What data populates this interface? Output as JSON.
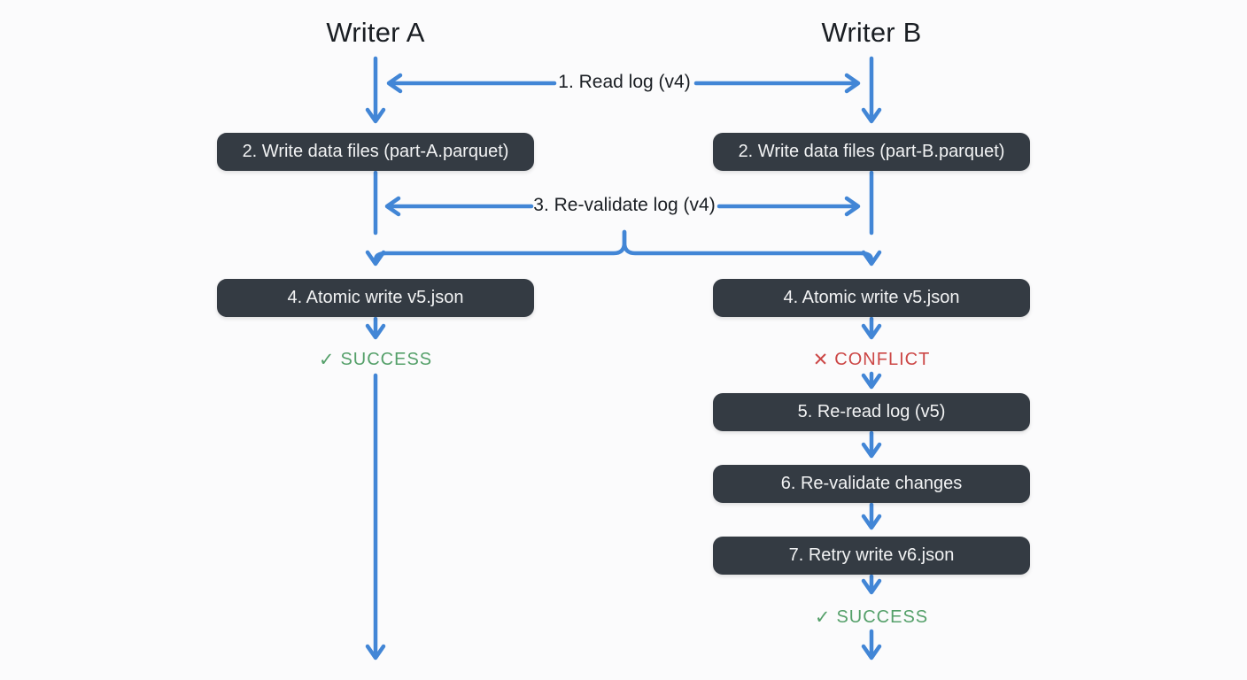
{
  "writers": {
    "a": "Writer A",
    "b": "Writer B"
  },
  "labels": {
    "step1": "1. Read log (v4)",
    "step3": "3. Re-validate log (v4)"
  },
  "nodes": {
    "write_a": "2. Write data files (part-A.parquet)",
    "write_b": "2. Write data files (part-B.parquet)",
    "atomic_a": "4. Atomic write v5.json",
    "atomic_b": "4. Atomic write v5.json",
    "reread_b": "5. Re-read log (v5)",
    "revalidate_b": "6. Re-validate changes",
    "retry_b": "7. Retry write v6.json"
  },
  "statuses": {
    "success_a": {
      "icon": "✓",
      "label": "SUCCESS"
    },
    "conflict_b": {
      "icon": "✕",
      "label": "CONFLICT"
    },
    "success_b": {
      "icon": "✓",
      "label": "SUCCESS"
    }
  },
  "colors": {
    "arrow": "#4286d6",
    "node_bg": "#343b43",
    "node_text": "#f2f3f4",
    "success": "#55a06a",
    "conflict": "#cc4746",
    "heading": "#1a1e23",
    "background": "#fbfbfc"
  }
}
